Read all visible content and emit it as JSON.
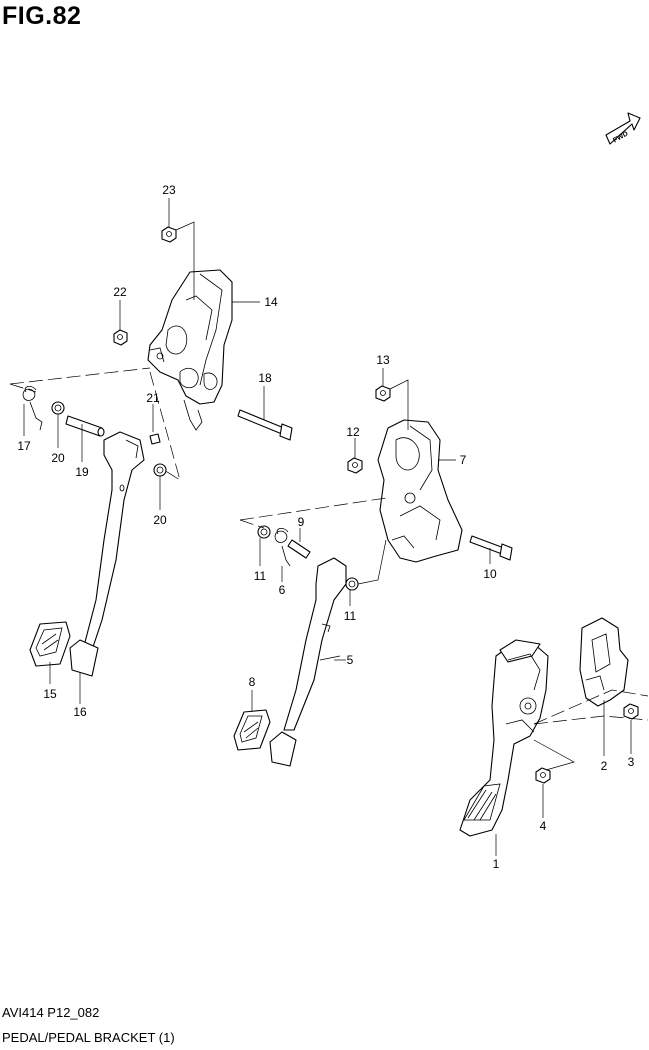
{
  "figure": {
    "title": "FIG.82",
    "code": "AVI414 P12_082",
    "name": "PEDAL/PEDAL BRACKET (1)",
    "fwd_label": "FWD"
  },
  "callouts": [
    {
      "id": "c1",
      "label": "1"
    },
    {
      "id": "c2",
      "label": "2"
    },
    {
      "id": "c3",
      "label": "3"
    },
    {
      "id": "c4",
      "label": "4"
    },
    {
      "id": "c5",
      "label": "5"
    },
    {
      "id": "c6",
      "label": "6"
    },
    {
      "id": "c7",
      "label": "7"
    },
    {
      "id": "c8",
      "label": "8"
    },
    {
      "id": "c9",
      "label": "9"
    },
    {
      "id": "c10",
      "label": "10"
    },
    {
      "id": "c11a",
      "label": "11"
    },
    {
      "id": "c11b",
      "label": "11"
    },
    {
      "id": "c12",
      "label": "12"
    },
    {
      "id": "c13",
      "label": "13"
    },
    {
      "id": "c14",
      "label": "14"
    },
    {
      "id": "c15",
      "label": "15"
    },
    {
      "id": "c16",
      "label": "16"
    },
    {
      "id": "c17",
      "label": "17"
    },
    {
      "id": "c18",
      "label": "18"
    },
    {
      "id": "c19",
      "label": "19"
    },
    {
      "id": "c20a",
      "label": "20"
    },
    {
      "id": "c20b",
      "label": "20"
    },
    {
      "id": "c21",
      "label": "21"
    },
    {
      "id": "c22",
      "label": "22"
    },
    {
      "id": "c23",
      "label": "23"
    }
  ]
}
